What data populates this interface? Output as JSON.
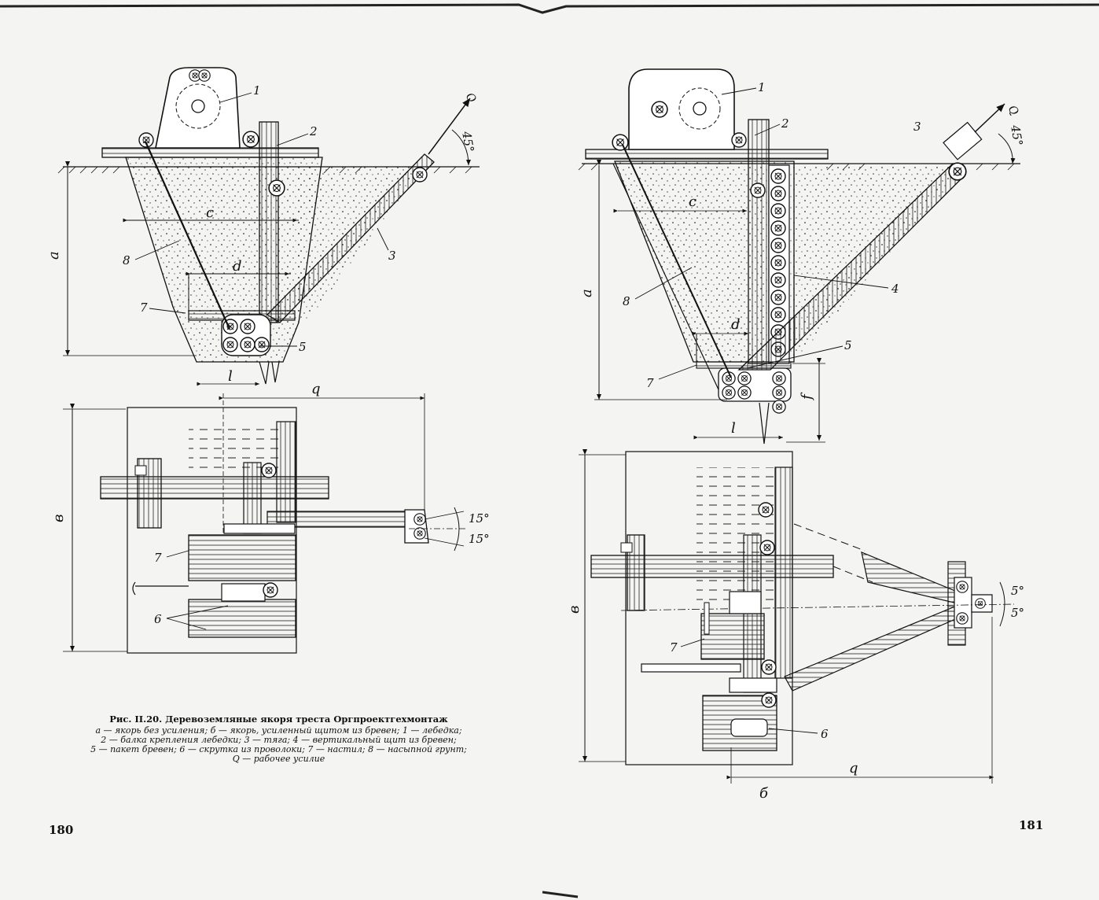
{
  "figure": {
    "caption_title": "Рис. II.20. Деревоземляные якоря треста Оргпроектгехмонтаж",
    "legend_lines": [
      "а — якорь без усиления; б — якорь, усиленный щитом из бревен; 1 — лебедка;",
      "2 — балка крепления лебедки; 3 — тяга;   4 — вертикальный   щит   из  бревен;",
      "5 — пакет бревен; 6 — скрутка из проволоки; 7 — настил; 8 — насыпной грунт;",
      "Q — рабочее усилие"
    ]
  },
  "pages": {
    "left_number": "180",
    "right_number": "181"
  },
  "labels": {
    "left_section": {
      "n1": "1",
      "n2": "2",
      "n3": "3",
      "n5": "5",
      "n7": "7",
      "n8": "8",
      "dim_a": "a",
      "dim_c": "c",
      "dim_d": "d",
      "dim_l": "l",
      "dim_q": "q",
      "force": "Q",
      "angle": "45°"
    },
    "left_plan": {
      "dim_v": "в",
      "n7": "7",
      "n6": "6",
      "angle_up": "15°",
      "angle_down": "15°"
    },
    "right_section": {
      "n1": "1",
      "n2": "2",
      "n3": "3",
      "n4": "4",
      "n5": "5",
      "n7": "7",
      "n8": "8",
      "dim_a": "a",
      "dim_c": "c",
      "dim_d": "d",
      "dim_l": "l",
      "dim_f": "f",
      "force": "Q",
      "angle": "45°"
    },
    "right_plan": {
      "dim_v": "в",
      "n7": "7",
      "n6": "6",
      "dim_q": "q",
      "sub_b": "б",
      "angle_up": "5°",
      "angle_down": "5°"
    }
  }
}
